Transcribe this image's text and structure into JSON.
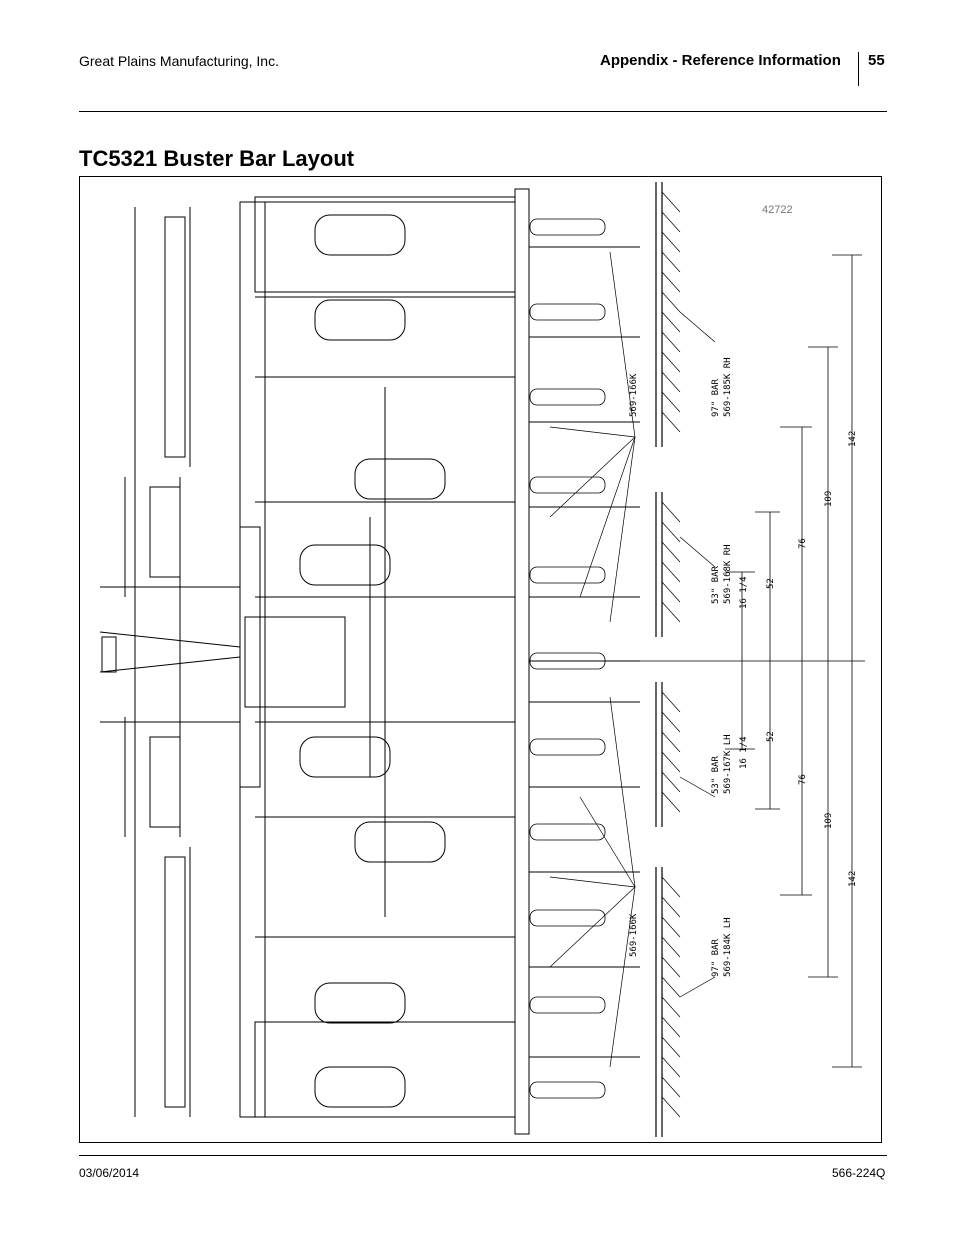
{
  "header": {
    "company": "Great Plains Manufacturing, Inc.",
    "section": "Appendix - Reference Information",
    "page_number": "55"
  },
  "title": "TC5321 Buster Bar Layout",
  "figure": {
    "figure_id": "42722",
    "upper_parts": {
      "part_a": "569-166K",
      "bar_a": "97\" BAR",
      "part_b": "569-185K RH",
      "bar_b": "53\" BAR",
      "part_c": "569-168K RH",
      "offset": "16 1/4"
    },
    "lower_parts": {
      "part_a": "569-166K",
      "bar_a": "97\" BAR",
      "part_b": "569-184K LH",
      "bar_b": "53\" BAR",
      "part_c": "569-167K LH",
      "offset": "16 1/4"
    },
    "dimensions": {
      "d52_top": "52",
      "d76_top": "76",
      "d109_top": "109",
      "d142_top": "142",
      "d52_bot": "52",
      "d76_bot": "76",
      "d109_bot": "109",
      "d142_bot": "142"
    }
  },
  "footer": {
    "date": "03/06/2014",
    "doc_number": "566-224Q"
  }
}
